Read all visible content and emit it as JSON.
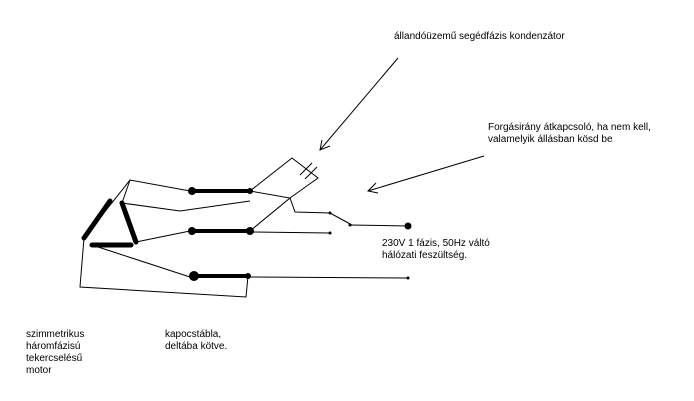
{
  "labels": {
    "capacitor": "állandóüzemű segédfázis kondenzátor",
    "switch": [
      "Forgásirány átkapcsoló, ha nem kell,",
      "valamelyik állásban kösd be"
    ],
    "supply": [
      "230V 1 fázis, 50Hz váltó",
      "hálózati feszültség."
    ],
    "motor": [
      "szimmetrikus",
      "háromfázisú",
      "tekercselésű",
      "motor"
    ],
    "terminal": [
      "kapocstábla,",
      "deltába kötve."
    ]
  },
  "colors": {
    "ink": "#000000",
    "background": "#ffffff"
  }
}
